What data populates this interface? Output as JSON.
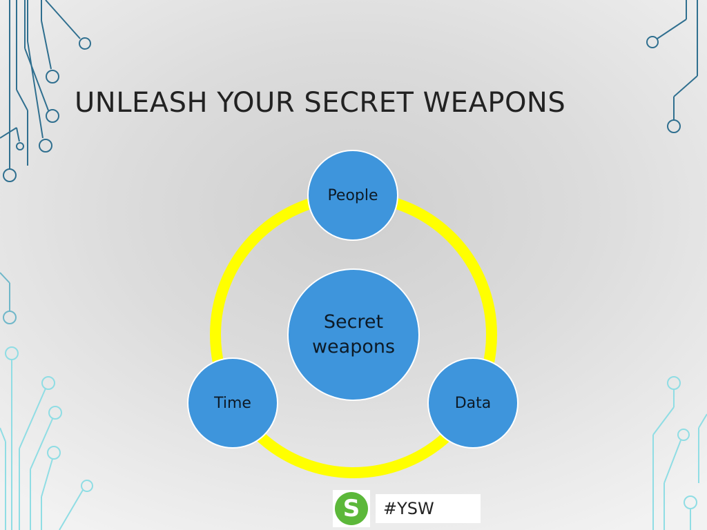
{
  "slide": {
    "title": "UNLEASH YOUR SECRET WEAPONS"
  },
  "diagram": {
    "center": "Secret\nweapons",
    "nodes": [
      "People",
      "Data",
      "Time"
    ],
    "ring_color": "#ffff00",
    "node_color": "#3e95dc"
  },
  "footer": {
    "logo_letter": "S",
    "logo_color": "#5cb83a",
    "hashtag": "#YSW"
  },
  "decoration": {
    "dark_circuit_color": "#2f6f8f",
    "light_circuit_color": "#8fdde4"
  }
}
